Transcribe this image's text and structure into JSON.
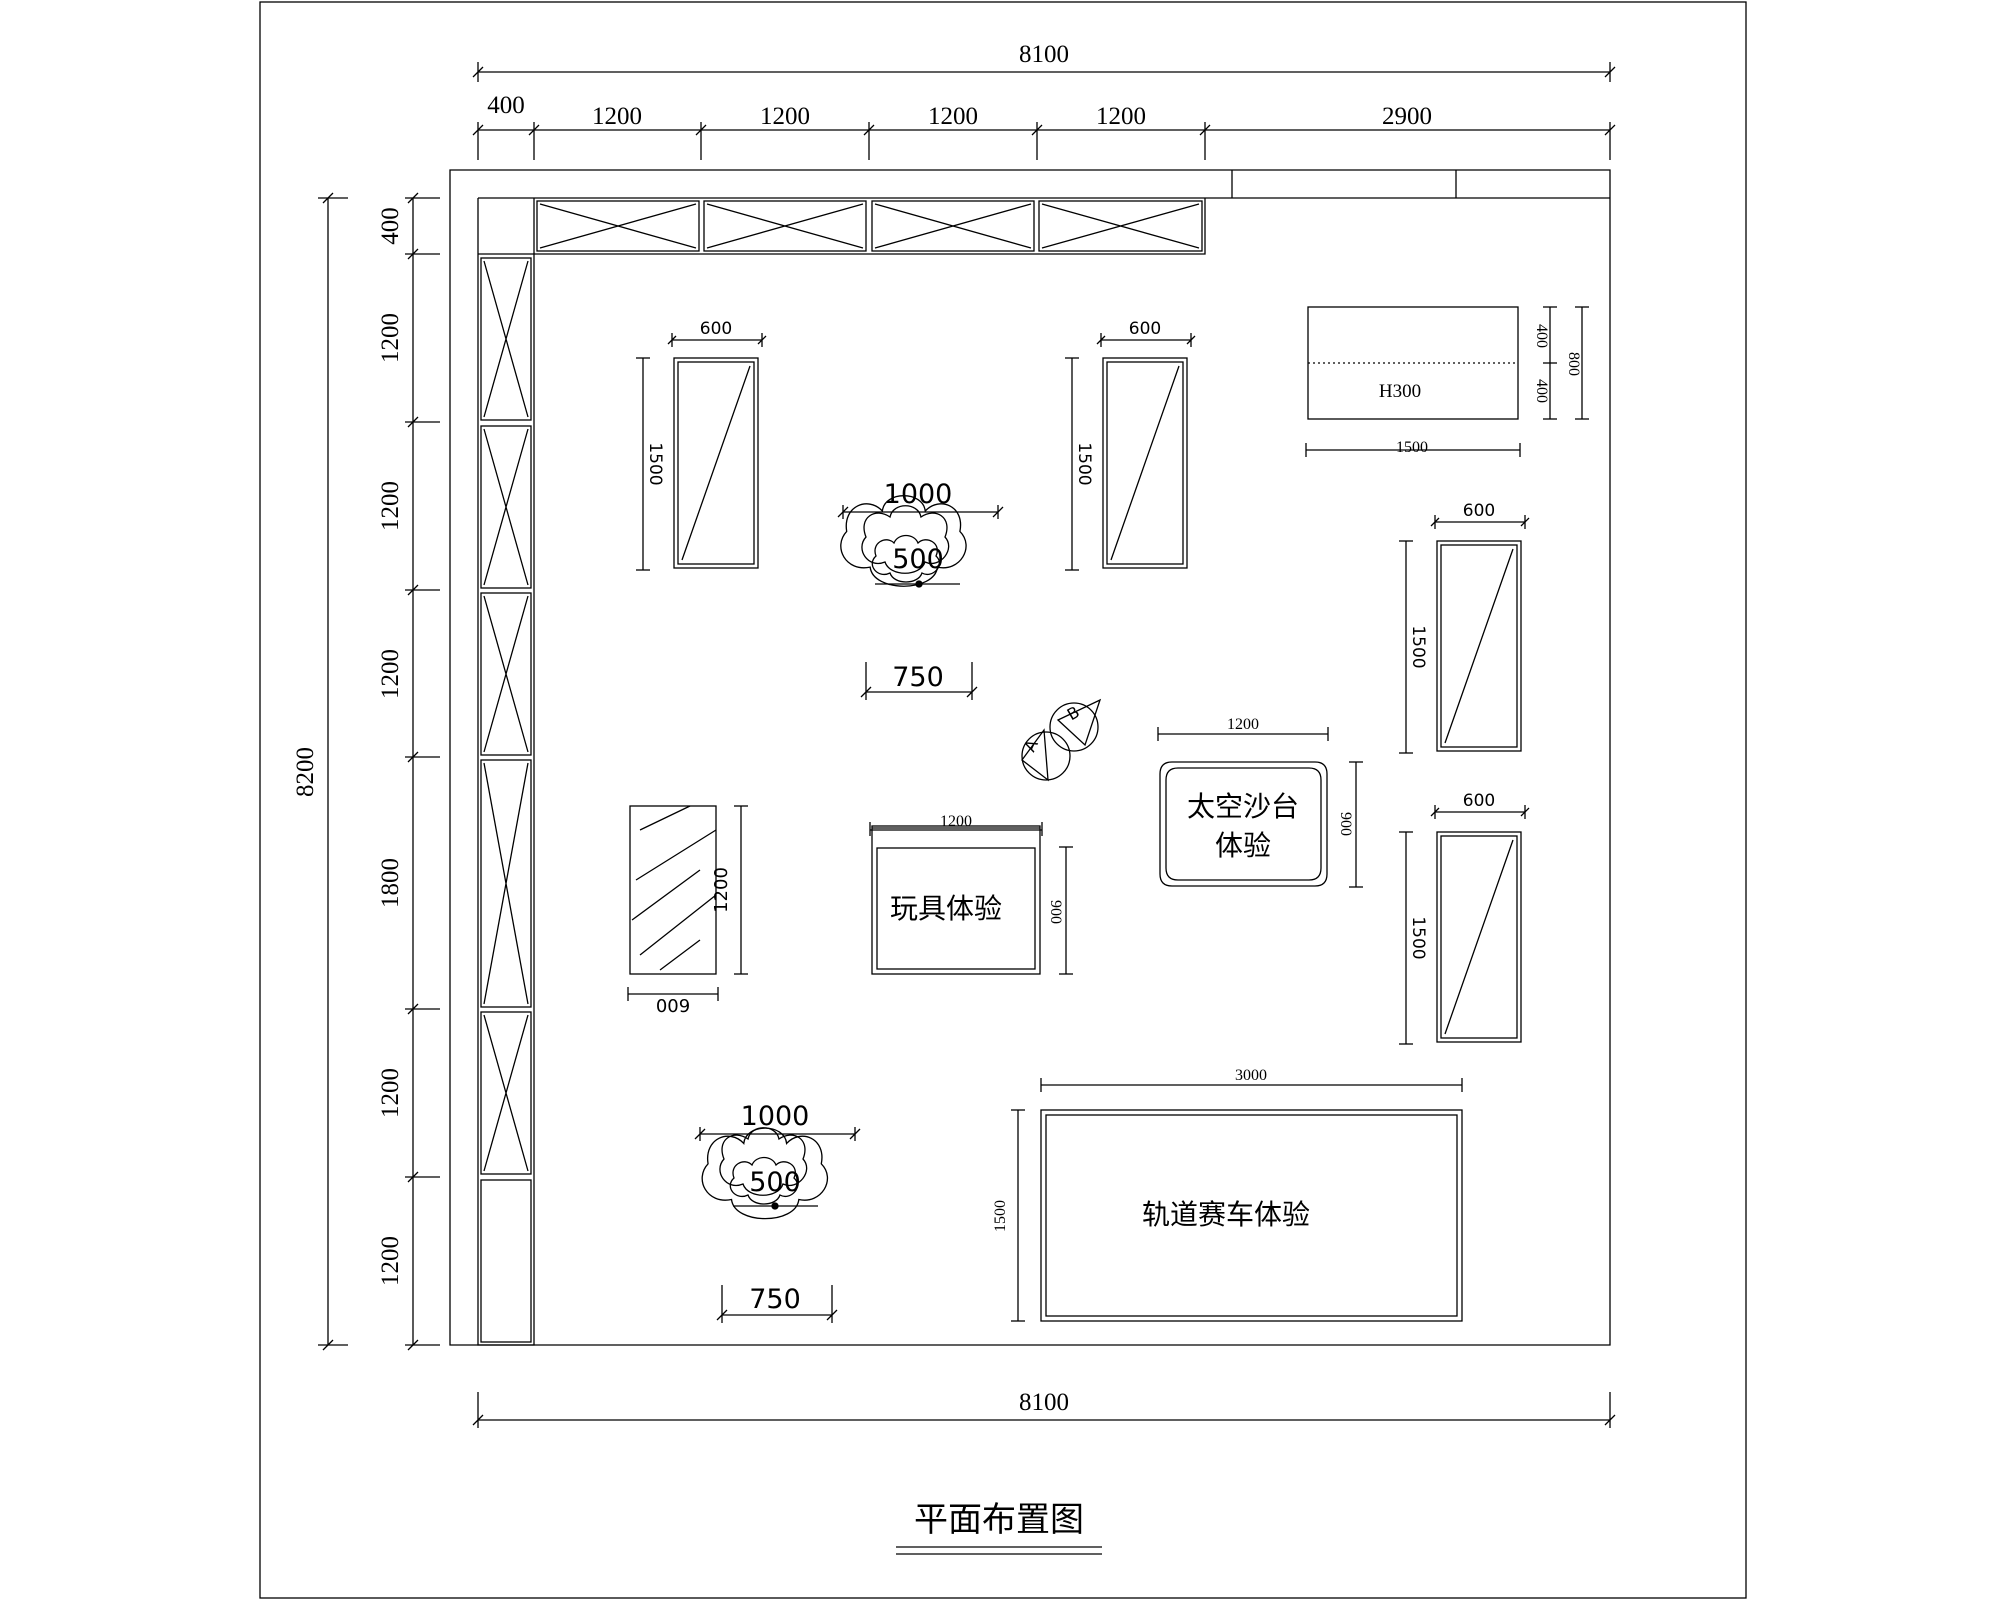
{
  "drawing": {
    "title": "平面布置图"
  },
  "overall": {
    "width_top": "8100",
    "width_bottom": "8100",
    "height": "8200"
  },
  "top_segments": [
    "400",
    "1200",
    "1200",
    "1200",
    "1200",
    "2900"
  ],
  "left_segments": [
    "400",
    "1200",
    "1200",
    "1200",
    "1800",
    "1200",
    "1200"
  ],
  "tall_cabinets": [
    {
      "w": "600",
      "h": "1500"
    },
    {
      "w": "600",
      "h": "1500"
    },
    {
      "w": "600",
      "h": "1500"
    },
    {
      "w": "600",
      "h": "1500"
    }
  ],
  "flower_tables": [
    {
      "outer": "1000",
      "inner": "500",
      "base": "750"
    },
    {
      "outer": "1000",
      "inner": "500",
      "base": "750"
    }
  ],
  "low_table": {
    "label": "H300",
    "w": "1500",
    "h1": "400",
    "h2": "400",
    "total": "800"
  },
  "glass_case": {
    "h": "1200",
    "w": "009"
  },
  "toy_table": {
    "label": "玩具体验",
    "w": "1200",
    "h": "900"
  },
  "sand_table": {
    "label_line1": "太空沙台",
    "label_line2": "体验",
    "w": "1200",
    "h": "900"
  },
  "race_track": {
    "label": "轨道赛车体验",
    "w": "3000",
    "h": "1500"
  },
  "door": {
    "a": "A",
    "b": "B"
  }
}
